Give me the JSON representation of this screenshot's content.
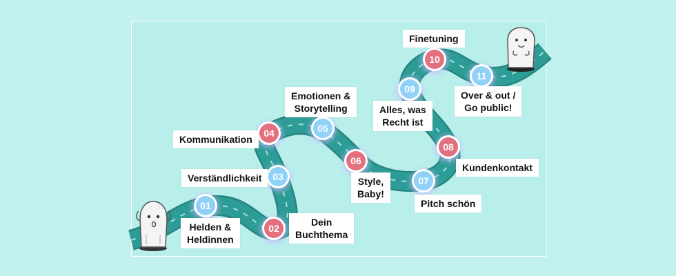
{
  "colors": {
    "road": "#2e9c96",
    "road_edge": "#26847f",
    "dash": "#a6e1dc",
    "marker_red": "#e2707e",
    "marker_blue": "#8fd1f7",
    "marker_ring": "#ffffff",
    "glow": "#c8b8ff"
  },
  "steps": [
    {
      "num": "01",
      "label": "Helden &\nHeldinnen",
      "color": "blue"
    },
    {
      "num": "02",
      "label": "Dein\nBuchthema",
      "color": "red"
    },
    {
      "num": "03",
      "label": "Verständlichkeit",
      "color": "blue"
    },
    {
      "num": "04",
      "label": "Kommunikation",
      "color": "red"
    },
    {
      "num": "05",
      "label": "Emotionen &\nStorytelling",
      "color": "blue"
    },
    {
      "num": "06",
      "label": "Style,\nBaby!",
      "color": "red"
    },
    {
      "num": "07",
      "label": "Pitch schön",
      "color": "blue"
    },
    {
      "num": "08",
      "label": "Kundenkontakt",
      "color": "red"
    },
    {
      "num": "09",
      "label": "Alles, was\nRecht ist",
      "color": "blue"
    },
    {
      "num": "10",
      "label": "Finetuning",
      "color": "red"
    },
    {
      "num": "11",
      "label": "Over & out /\nGo public!",
      "color": "blue"
    }
  ],
  "icons": [
    "ghost-start-icon",
    "ghost-finish-icon"
  ]
}
